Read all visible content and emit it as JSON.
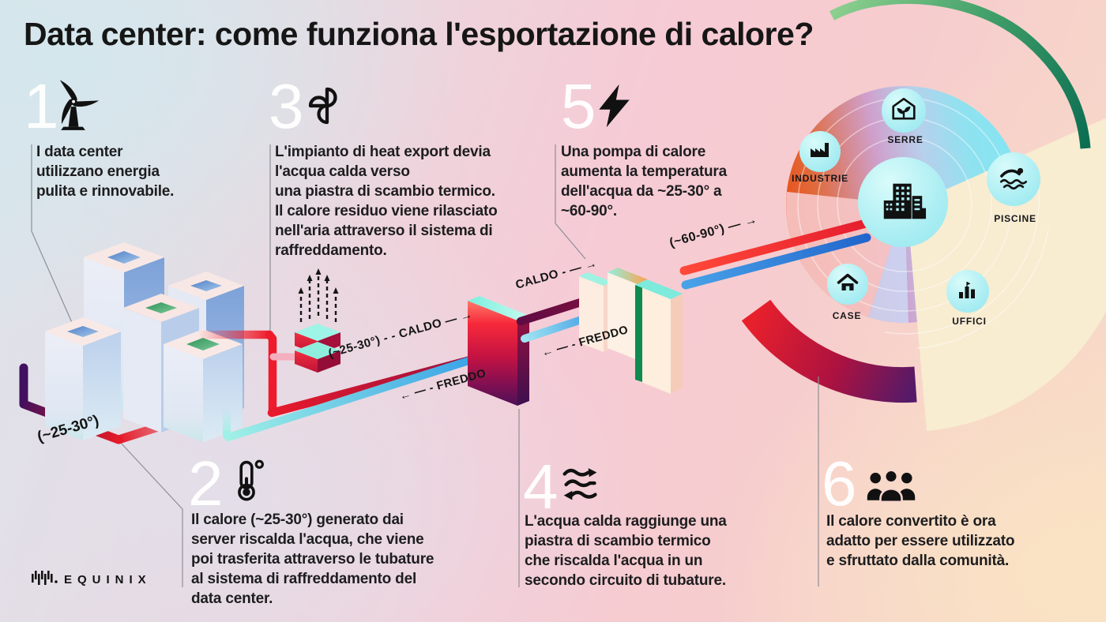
{
  "title": "Data center: come funziona l'esportazione di calore?",
  "brand": {
    "logo_text": "EQUINIX"
  },
  "steps": [
    {
      "num": "1",
      "icon": "wind-turbine",
      "text": "I data center\nutilizzano energia\npulita e rinnovabile."
    },
    {
      "num": "2",
      "icon": "thermometer",
      "text": "Il calore (~25-30°) generato dai\nserver riscalda l'acqua, che viene\npoi trasferita attraverso le tubature\nal sistema di raffreddamento del\ndata center."
    },
    {
      "num": "3",
      "icon": "cooling-fan",
      "text": "L'impianto di heat export devia\nl'acqua calda verso\nuna piastra di scambio termico.\nIl calore residuo viene rilasciato\nnell'aria attraverso il sistema di\nraffreddamento."
    },
    {
      "num": "4",
      "icon": "heat-waves",
      "text": "L'acqua calda raggiunge una\npiastra di scambio termico\nche riscalda l'acqua in un\nsecondo circuito di tubature."
    },
    {
      "num": "5",
      "icon": "lightning-bolt",
      "text": "Una pompa di calore\naumenta la temperatura\ndell'acqua da ~25-30° a\n~60-90°."
    },
    {
      "num": "6",
      "icon": "community-people",
      "text": "Il calore convertito è ora\nadatto per essere utilizzato\ne sfruttato dalla comunità."
    }
  ],
  "pipe_labels": [
    {
      "id": "loop-temp",
      "text": "(~25-30°)"
    },
    {
      "id": "caldo-1",
      "text": "(~25-30°) - -  CALDO — →"
    },
    {
      "id": "freddo-1",
      "text": "← — -  FREDDO"
    },
    {
      "id": "caldo-2",
      "text": "CALDO - — →"
    },
    {
      "id": "freddo-2",
      "text": "← — -  FREDDO"
    },
    {
      "id": "temp-high",
      "text": "(~60-90°) — →"
    }
  ],
  "community": {
    "center": {
      "icon": "city-buildings"
    },
    "satellites": [
      {
        "label": "INDUSTRIE",
        "icon": "factory"
      },
      {
        "label": "SERRE",
        "icon": "greenhouse"
      },
      {
        "label": "PISCINE",
        "icon": "swimmer"
      },
      {
        "label": "CASE",
        "icon": "house"
      },
      {
        "label": "UFFICI",
        "icon": "offices"
      }
    ]
  },
  "colors": {
    "hot_red": "#e8192c",
    "dark_maroon": "#6b0d46",
    "cold_blue": "#2f9de8",
    "cyan": "#9ff0e6",
    "green_arc": "#0b6e52",
    "cream_sector": "#f8ecd1",
    "bubble_cyan": "#aceef3"
  }
}
